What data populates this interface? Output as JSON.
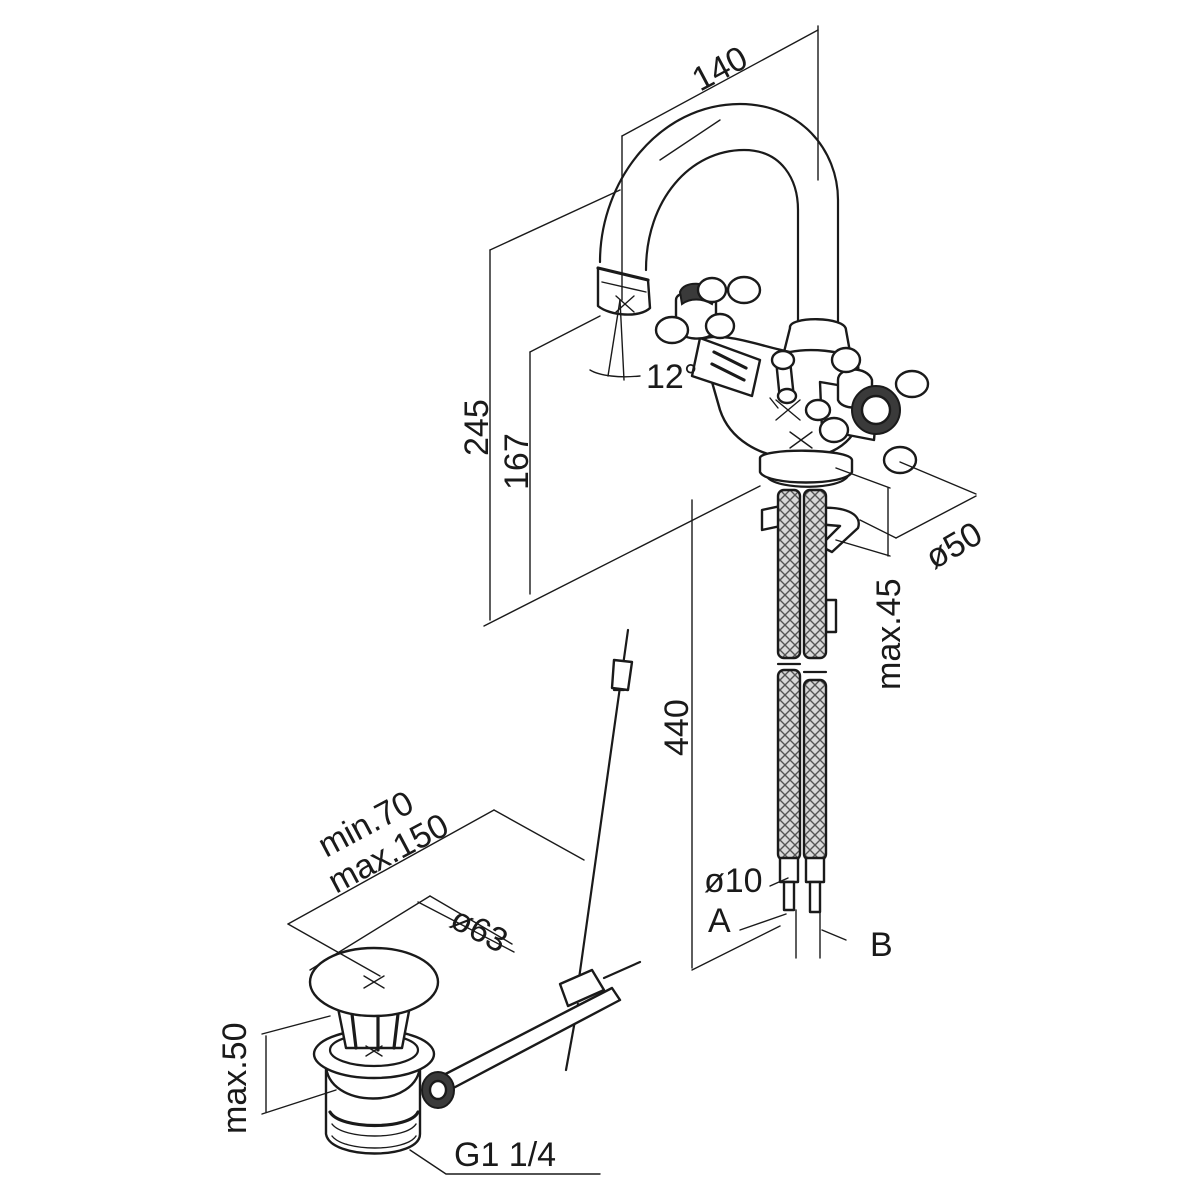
{
  "dimensions": {
    "spout_reach": "140",
    "total_height": "245",
    "outlet_height": "167",
    "spout_angle": "12°",
    "base_diameter": "ø50",
    "deck_thickness": "max.45",
    "hose_length": "440",
    "hose_diameter": "ø10",
    "drain_rod_min": "min.70",
    "drain_rod_max": "max.150",
    "waste_diameter": "ø63",
    "waste_height": "max.50",
    "waste_thread": "G1 1/4"
  },
  "hose_labels": {
    "hose_a": "A",
    "hose_b": "B"
  }
}
